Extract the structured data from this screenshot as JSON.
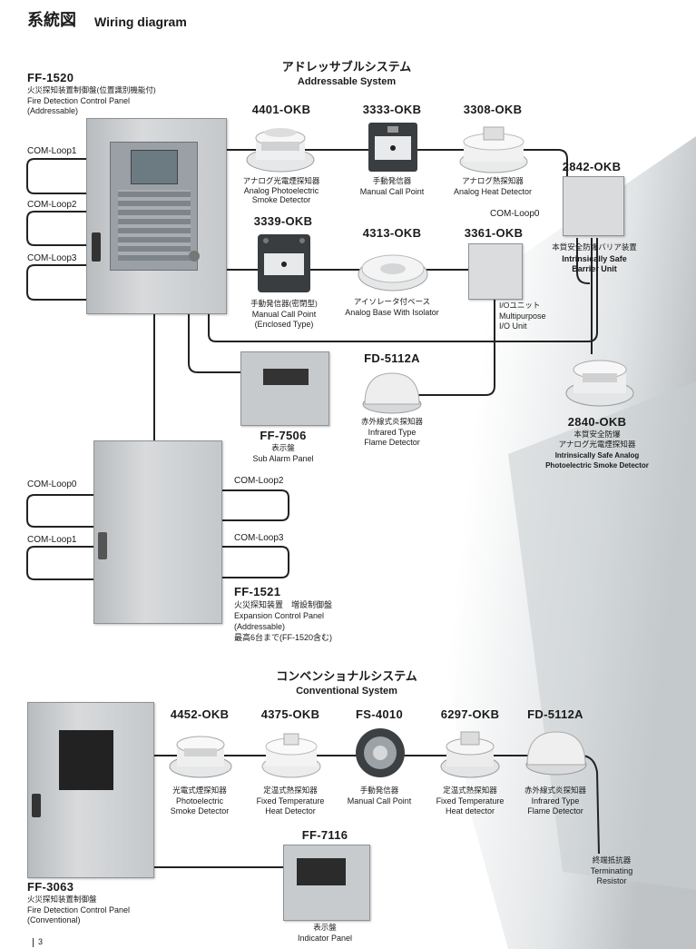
{
  "page": {
    "title_jp": "系統図",
    "title_en": "Wiring diagram",
    "page_number": "3"
  },
  "addressable": {
    "header_jp": "アドレッサブルシステム",
    "header_en": "Addressable System",
    "main_panel": {
      "code": "FF-1520",
      "jp": "火災探知装置制御盤(位置識別機能付)",
      "en1": "Fire Detection Control Panel",
      "en2": "(Addressable)"
    },
    "loops": [
      "COM-Loop1",
      "COM-Loop2",
      "COM-Loop3"
    ],
    "devices": [
      {
        "code": "4401-OKB",
        "jp": "アナログ光電煙探知器",
        "en1": "Analog Photoelectric",
        "en2": "Smoke Detector"
      },
      {
        "code": "3333-OKB",
        "jp": "手動発信器",
        "en1": "Manual Call Point",
        "en2": ""
      },
      {
        "code": "3308-OKB",
        "jp": "アナログ熱探知器",
        "en1": "Analog Heat Detector",
        "en2": ""
      },
      {
        "code": "2842-OKB",
        "jp": "本質安全防爆バリア装置",
        "en1": "Intrinsically Safe",
        "en2": "Barrier Unit"
      },
      {
        "code": "3339-OKB",
        "jp": "手動発信器(密閉型)",
        "en1": "Manual Call Point",
        "en2": "(Enclosed Type)"
      },
      {
        "code": "4313-OKB",
        "jp": "アイソレータ付ベース",
        "en1": "Analog Base With Isolator",
        "en2": ""
      },
      {
        "code": "3361-OKB",
        "jp": "I/Oユニット",
        "en1": "Multipurpose",
        "en2": "I/O Unit"
      },
      {
        "code": "FD-5112A",
        "jp": "赤外線式炎探知器",
        "en1": "Infrared Type",
        "en2": "Flame Detector"
      },
      {
        "code": "2840-OKB",
        "jp1": "本質安全防爆",
        "jp2": "アナログ光電煙探知器",
        "en1": "Intrinsically Safe Analog",
        "en2": "Photoelectric Smoke Detector"
      }
    ],
    "loop0_label": "COM-Loop0",
    "sub_alarm": {
      "code": "FF-7506",
      "jp": "表示盤",
      "en": "Sub Alarm Panel"
    },
    "expansion": {
      "code": "FF-1521",
      "jp": "火災探知装置　増設制御盤",
      "en1": "Expansion Control Panel",
      "en2": "(Addressable)",
      "note": "最高6台まで(FF-1520含む)",
      "loops_left": [
        "COM-Loop0",
        "COM-Loop1"
      ],
      "loops_right": [
        "COM-Loop2",
        "COM-Loop3"
      ]
    }
  },
  "conventional": {
    "header_jp": "コンベンショナルシステム",
    "header_en": "Conventional System",
    "devices": [
      {
        "code": "4452-OKB",
        "jp": "光電式煙探知器",
        "en1": "Photoelectric",
        "en2": "Smoke Detector"
      },
      {
        "code": "4375-OKB",
        "jp": "定温式熱探知器",
        "en1": "Fixed Temperature",
        "en2": "Heat Detector"
      },
      {
        "code": "FS-4010",
        "jp": "手動発信器",
        "en1": "Manual Call Point",
        "en2": ""
      },
      {
        "code": "6297-OKB",
        "jp": "定温式熱探知器",
        "en1": "Fixed Temperature",
        "en2": "Heat detector"
      },
      {
        "code": "FD-5112A",
        "jp": "赤外線式炎探知器",
        "en1": "Infrared Type",
        "en2": "Flame Detector"
      }
    ],
    "terminator": {
      "jp": "終端抵抗器",
      "en1": "Terminating",
      "en2": "Resistor"
    },
    "main_panel": {
      "code": "FF-3063",
      "jp": "火災探知装置制御盤",
      "en1": "Fire Detection Control Panel",
      "en2": "(Conventional)"
    },
    "indicator": {
      "code": "FF-7116",
      "jp": "表示盤",
      "en": "Indicator Panel"
    }
  }
}
